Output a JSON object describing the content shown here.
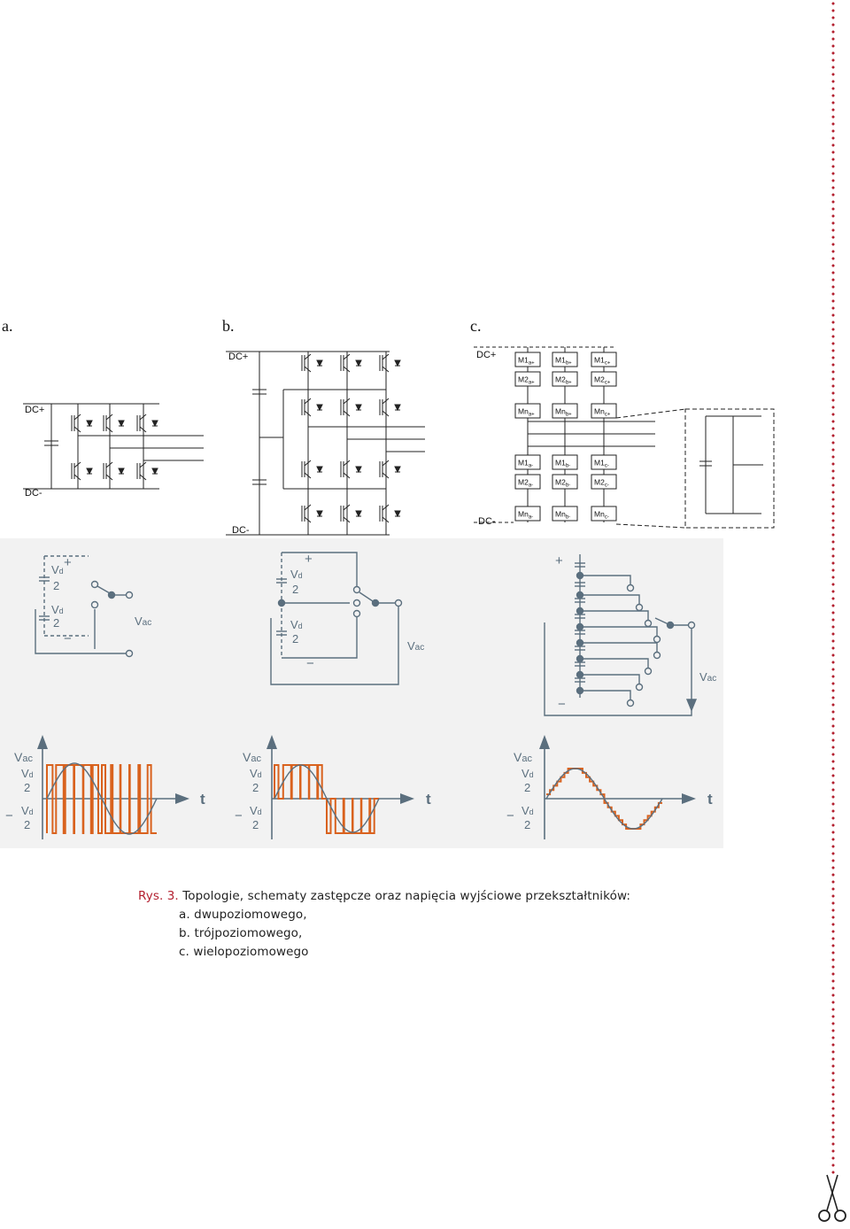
{
  "panels": {
    "a": {
      "letter": "a.",
      "dc_plus": "DC+",
      "dc_minus": "DC-"
    },
    "b": {
      "letter": "b.",
      "dc_plus": "DC+",
      "dc_minus": "DC-"
    },
    "c": {
      "letter": "c.",
      "dc_plus": "DC+",
      "dc_minus": "DC-",
      "modules_top": [
        [
          "M1",
          "a+"
        ],
        [
          "M1",
          "b+"
        ],
        [
          "M1",
          "c+"
        ],
        [
          "M2",
          "a+"
        ],
        [
          "M2",
          "b+"
        ],
        [
          "M2",
          "c+"
        ],
        [
          "Mn",
          "a+"
        ],
        [
          "Mn",
          "b+"
        ],
        [
          "Mn",
          "c+"
        ]
      ],
      "modules_bottom": [
        [
          "M1",
          "a-"
        ],
        [
          "M1",
          "b-"
        ],
        [
          "M1",
          "c-"
        ],
        [
          "M2",
          "a-"
        ],
        [
          "M2",
          "b-"
        ],
        [
          "M2",
          "c-"
        ],
        [
          "Mn",
          "a-"
        ],
        [
          "Mn",
          "b-"
        ],
        [
          "Mn",
          "c-"
        ]
      ]
    }
  },
  "equivalent": {
    "vd": "V",
    "vd_sub": "d",
    "two": "2",
    "vac": "V",
    "vac_sub": "ac",
    "plus": "+",
    "minus": "−"
  },
  "waveforms": {
    "vac_label": "V",
    "vac_sub": "ac",
    "vd": "V",
    "vd_sub": "d",
    "two": "2",
    "minus": "−",
    "t_label": "t"
  },
  "caption": {
    "prefix": "Rys. 3.",
    "main": " Topologie, schematy zastępcze oraz napięcia wyjściowe przekształtników:",
    "items": [
      {
        "letter": "a.",
        "text": " dwupoziomowego,"
      },
      {
        "letter": "b.",
        "text": " trójpoziomowego,"
      },
      {
        "letter": "c.",
        "text": " wielopoziomowego"
      }
    ]
  }
}
